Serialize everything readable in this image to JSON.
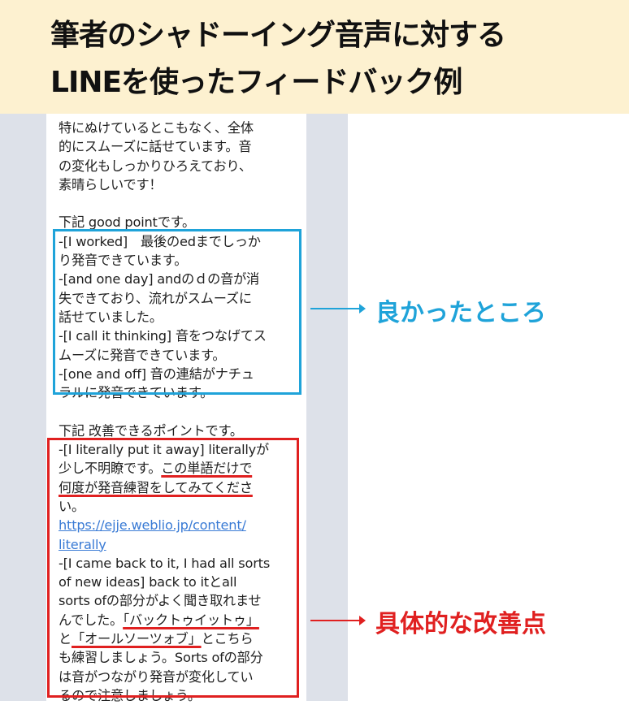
{
  "header": {
    "title_line1": "筆者のシャドーイング音声に対する",
    "title_line2": "LINEを使ったフィードバック例"
  },
  "message": {
    "lines": [
      "特にぬけているとこもなく、全体",
      "的にスムーズに話せています。音",
      "の変化もしっかりひろえており、",
      "素晴らしいです！",
      "",
      "下記 good pointです。",
      "-[I worked]　最後のedまでしっか",
      "り発音できています。",
      "-[and one day] andのｄの音が消",
      "失できており、流れがスムーズに",
      "話せていました。",
      "-[I call it thinking] 音をつなげてス",
      "ムーズに発音できています。",
      "-[one and off] 音の連結がナチュ",
      "ラルに発音できています。",
      "",
      "下記 改善できるポイントです。",
      "-[I literally put it away] literallyが"
    ],
    "line_improve_a": "少し不明瞭です。",
    "line_improve_b": "この単語だけで",
    "line_improve_c": "何度が発音練習をしてみてくださ",
    "line_improve_d": "い。",
    "link_part1": "https://ejje.weblio.jp/content/",
    "link_part2": "literally",
    "lines2": [
      "-[I came back to it, I had all sorts",
      "of new ideas] back to itとall",
      "sorts ofの部分がよく聞き取れませ"
    ],
    "line_bt_a": "んでした。",
    "line_bt_b": "「バックトゥイットゥ」",
    "line_ol_a": "と",
    "line_ol_b": "「オールソーツォブ」",
    "line_ol_c": "とこちら",
    "lines3": [
      "も練習しましょう。Sorts ofの部分",
      "は音がつながり発音が変化してい",
      "るので注意しましょう。"
    ]
  },
  "annotations": {
    "good_label": "良かったところ",
    "improve_label": "具体的な改善点"
  },
  "colors": {
    "good": "#1fa3d9",
    "improve": "#e02020",
    "header_bg": "#fdf1d0"
  }
}
